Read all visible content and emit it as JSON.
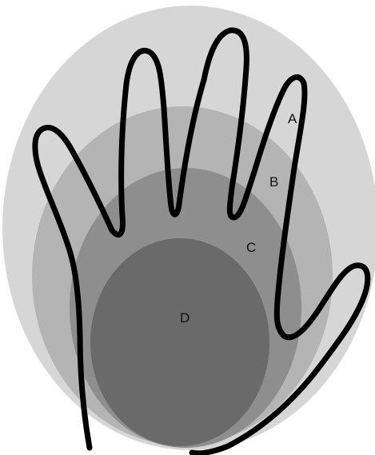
{
  "diagram": {
    "zones": [
      {
        "id": "A",
        "label": "A",
        "color": "#d6d6d6"
      },
      {
        "id": "B",
        "label": "B",
        "color": "#b4b4b4"
      },
      {
        "id": "C",
        "label": "C",
        "color": "#8e8e8e"
      },
      {
        "id": "D",
        "label": "D",
        "color": "#6a6a6a"
      }
    ],
    "outline_color": "#000000",
    "background_color": "#ffffff"
  }
}
